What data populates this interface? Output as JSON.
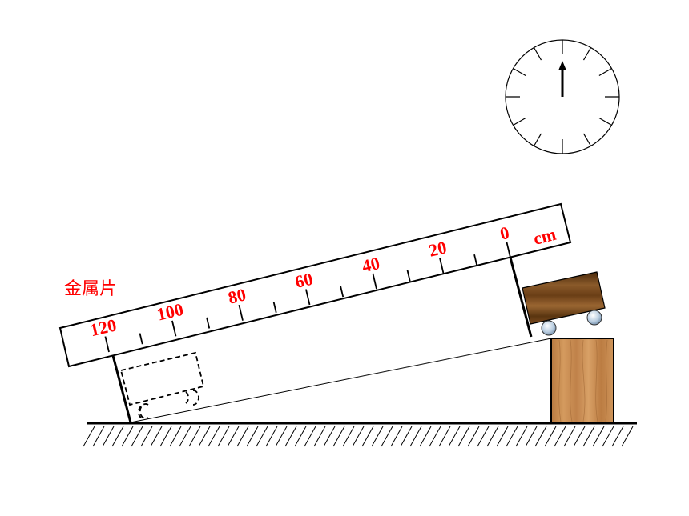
{
  "labels": {
    "metal_sheet": "金属片",
    "unit": "cm"
  },
  "ruler": {
    "ticks": [
      "0",
      "20",
      "40",
      "60",
      "80",
      "100",
      "120"
    ]
  },
  "colors": {
    "label_red": "#ff0000",
    "line": "#000000",
    "wood_dark": "#5a3510",
    "wood_mid": "#8b5a2b",
    "wood_block": "#c8874a",
    "wheel": "#b9cde0"
  }
}
